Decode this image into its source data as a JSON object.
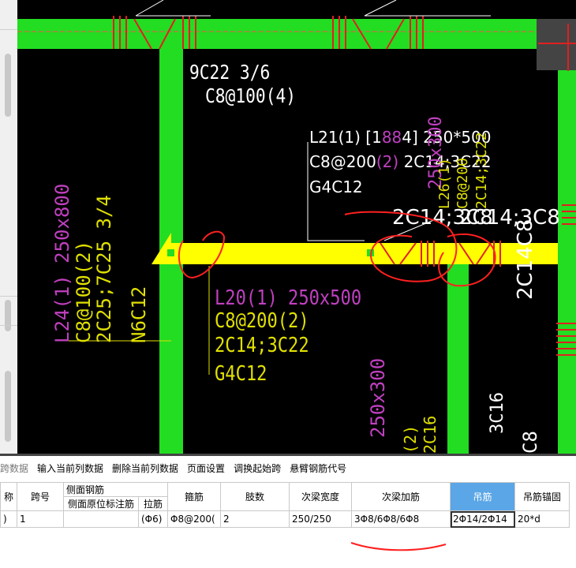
{
  "cad": {
    "left_beam_lines": [
      "L24(1) 250x800",
      "C8@100(2)",
      "2C25;7C25 3/4",
      "N6C12"
    ],
    "top_beam_lines": [
      "9C22 3/6",
      "C8@100(4)"
    ],
    "l21": {
      "l1_a": "L21(1) [1",
      "l1_b": "88",
      "l1_c": "4] 250*500",
      "l2_a": "C8@200",
      "l2_b": "(2)",
      "l2_c": " 2C14;3C22",
      "l3": "G4C12"
    },
    "l20_lines": [
      "L20(1) 250x500",
      "C8@200(2)",
      "2C14;3C22",
      "G4C12"
    ],
    "diag_overlap": "2C14;3C8",
    "right_vertical_text": "2C14;3C8",
    "right_vertical_big": "2C14C8",
    "vertical_magenta_top": "250x300",
    "vertical_yellow_top": [
      "L26(1)",
      "C8@200",
      "2C14;3C22"
    ],
    "vertical_magenta_bottom": "250x300",
    "vertical_yellow_bottom": "(2)",
    "vertical_yellow_bottom2": "2C16",
    "vertical_3c16": "3C16",
    "bottom_white": "C8"
  },
  "toolbar": {
    "items": [
      "跨数据",
      "输入当前列数据",
      "删除当前列数据",
      "页面设置",
      "调换起始跨",
      "悬臂钢筋代号"
    ]
  },
  "table": {
    "headers": {
      "name": "称",
      "span": "跨号",
      "side_group": "侧面钢筋",
      "side_label": "侧面原位标注筋",
      "tie": "拉筋",
      "stirrup": "箍筋",
      "legs": "肢数",
      "width": "次梁宽度",
      "add_bar": "次梁加筋",
      "hanger": "吊筋",
      "hanger_anchor": "吊筋锚固"
    },
    "row": {
      "name": ")",
      "span": "1",
      "side_label": "",
      "tie": "(Φ6)",
      "stirrup": "Φ8@200(",
      "legs": "2",
      "width": "250/250",
      "add_bar": "3Φ8/6Φ8/6Φ8",
      "hanger": "2Φ14/2Φ14",
      "hanger_anchor": "20*d"
    }
  },
  "colors": {
    "beam_green": "#22dd22",
    "beam_yellow": "#ffff00",
    "bg": "#000000",
    "magenta": "#c040c0",
    "red": "#ff2020",
    "yellow_text": "#e0e000",
    "selected_header": "#5ba6e6"
  }
}
